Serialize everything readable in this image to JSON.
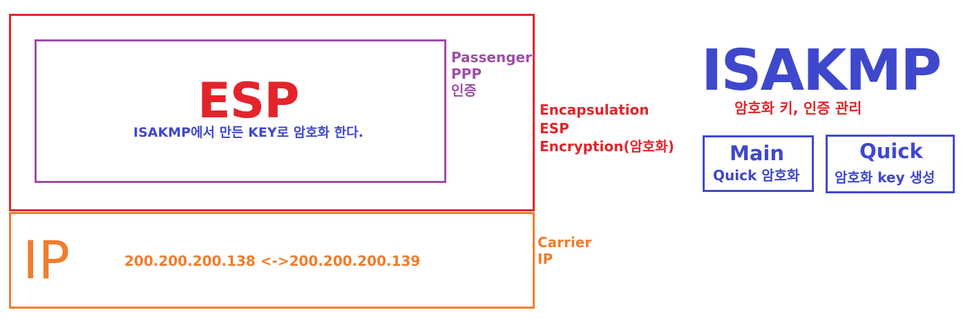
{
  "esp": {
    "title": "ESP",
    "note": "ISAKMP에서 만든 KEY로 암호화 한다."
  },
  "passenger": {
    "line1": "Passenger",
    "line2": "PPP",
    "line3": "인증"
  },
  "encapsulation": {
    "line1": "Encapsulation",
    "line2": "ESP",
    "line3": "Encryption(암호화)"
  },
  "ip": {
    "title": "IP",
    "address": "200.200.200.138 <->200.200.200.139"
  },
  "carrier": {
    "line1": "Carrier",
    "line2": "IP"
  },
  "isakmp": {
    "title": "ISAKMP",
    "subtitle": "암호화 키, 인증 관리",
    "main": {
      "title": "Main",
      "desc": "Quick 암호화"
    },
    "quick": {
      "title": "Quick",
      "desc": "암호화 key 생성"
    }
  },
  "colors": {
    "esp": "#e3242b",
    "passenger": "#a04ca8",
    "ip": "#f07d2c",
    "isakmp": "#3f48cc"
  }
}
